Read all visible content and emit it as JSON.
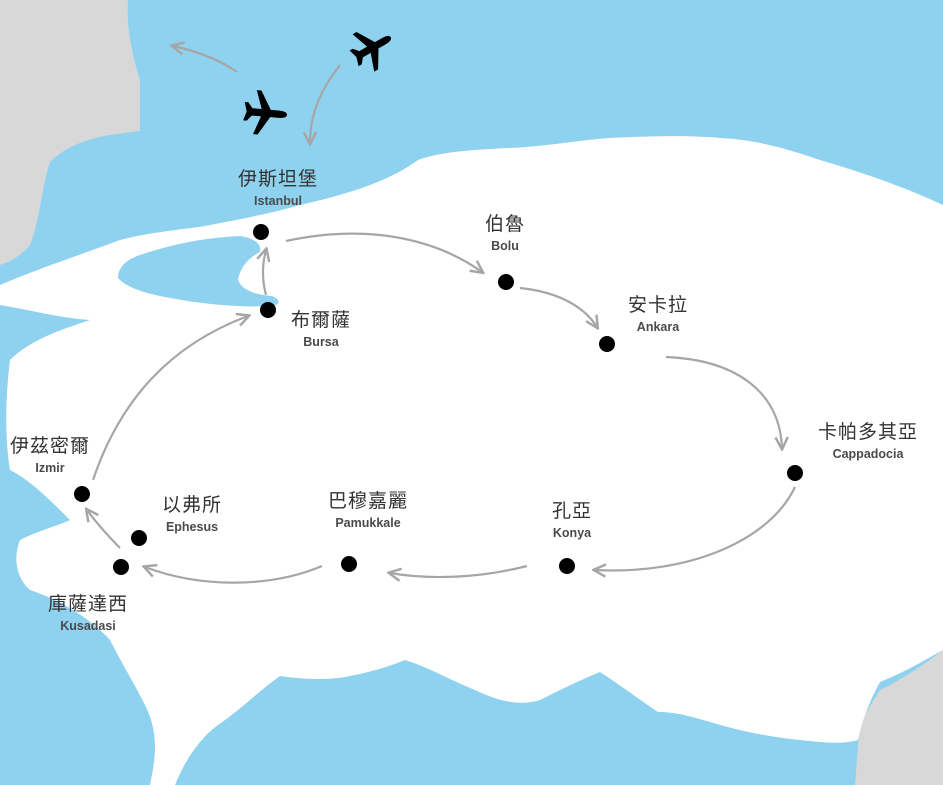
{
  "map": {
    "colors": {
      "sea": "#8fd2ef",
      "land": "#ffffff",
      "neighbor_land": "#d8d8d8",
      "route_arrow": "#a6a6a6",
      "city_dot": "#000000",
      "label_zh": "#333333",
      "label_en": "#4a4a4a"
    },
    "icons": [
      "airplane-icon",
      "airplane-icon"
    ],
    "route": [
      "istanbul",
      "bolu",
      "ankara",
      "cappadocia",
      "konya",
      "pamukkale",
      "kusadasi",
      "ephesus",
      "izmir",
      "bursa",
      "istanbul"
    ],
    "cities": [
      {
        "id": "istanbul",
        "zh": "伊斯坦堡",
        "en": "Istanbul"
      },
      {
        "id": "bolu",
        "zh": "伯魯",
        "en": "Bolu"
      },
      {
        "id": "ankara",
        "zh": "安卡拉",
        "en": "Ankara"
      },
      {
        "id": "cappadocia",
        "zh": "卡帕多其亞",
        "en": "Cappadocia"
      },
      {
        "id": "konya",
        "zh": "孔亞",
        "en": "Konya"
      },
      {
        "id": "pamukkale",
        "zh": "巴穆嘉麗",
        "en": "Pamukkale"
      },
      {
        "id": "kusadasi",
        "zh": "庫薩達西",
        "en": "Kusadasi"
      },
      {
        "id": "ephesus",
        "zh": "以弗所",
        "en": "Ephesus"
      },
      {
        "id": "izmir",
        "zh": "伊茲密爾",
        "en": "Izmir"
      },
      {
        "id": "bursa",
        "zh": "布爾薩",
        "en": "Bursa"
      }
    ]
  }
}
